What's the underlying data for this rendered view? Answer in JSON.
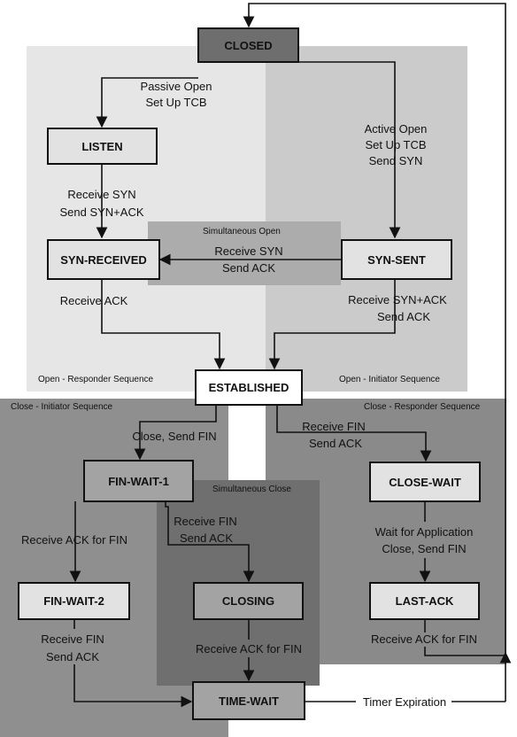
{
  "states": {
    "closed": "CLOSED",
    "listen": "LISTEN",
    "syn_received": "SYN-RECEIVED",
    "syn_sent": "SYN-SENT",
    "established": "ESTABLISHED",
    "fin_wait_1": "FIN-WAIT-1",
    "fin_wait_2": "FIN-WAIT-2",
    "closing": "CLOSING",
    "time_wait": "TIME-WAIT",
    "close_wait": "CLOSE-WAIT",
    "last_ack": "LAST-ACK"
  },
  "zones": {
    "open_responder": "Open - Responder Sequence",
    "open_initiator": "Open - Initiator Sequence",
    "simultaneous_open": "Simultaneous Open",
    "close_initiator": "Close - Initiator Sequence",
    "close_responder": "Close - Responder Sequence",
    "simultaneous_close": "Simultaneous Close"
  },
  "transitions": {
    "passive_open": [
      "Passive Open",
      "Set Up TCB"
    ],
    "active_open": [
      "Active Open",
      "Set Up TCB",
      "Send SYN"
    ],
    "listen_to_synrcvd": [
      "Receive SYN",
      "Send SYN+ACK"
    ],
    "simultaneous_open": [
      "Receive SYN",
      "Send ACK"
    ],
    "synrcvd_to_established": [
      "Receive ACK"
    ],
    "synsent_to_established": [
      "Receive SYN+ACK",
      "Send ACK"
    ],
    "close_send_fin": [
      "Close, Send FIN"
    ],
    "receive_fin_send_ack": [
      "Receive FIN",
      "Send ACK"
    ],
    "finwait1_to_finwait2": [
      "Receive ACK for FIN"
    ],
    "finwait1_to_closing": [
      "Receive FIN",
      "Send ACK"
    ],
    "finwait2_to_timewait": [
      "Receive FIN",
      "Send ACK"
    ],
    "closing_to_timewait": [
      "Receive ACK for FIN"
    ],
    "wait_for_app": [
      "Wait for Application",
      "Close, Send FIN"
    ],
    "lastack_to_closed": [
      "Receive ACK for FIN"
    ],
    "timer_expiration": [
      "Timer Expiration"
    ]
  },
  "colors": {
    "closed_fill": "#6e6e6e",
    "state_fill": "#e2e2e2",
    "dark_state_fill": "#a3a3a3",
    "established_fill": "#ffffff"
  }
}
